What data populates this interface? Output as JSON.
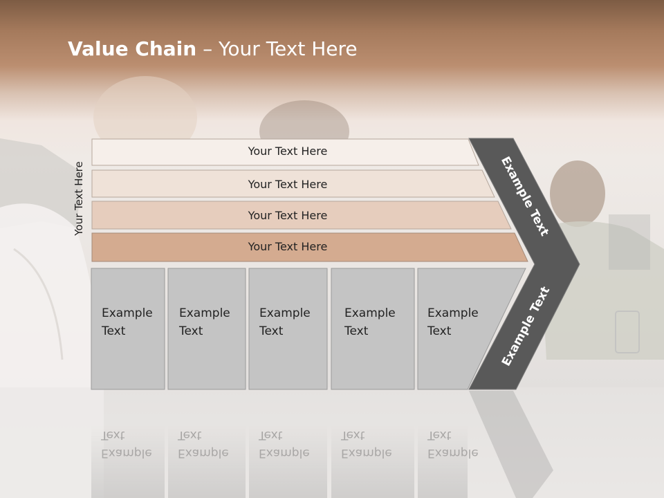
{
  "slide": {
    "title_bold": "Value Chain",
    "title_rest": " – Your Text Here",
    "vertical_label": "Your Text Here",
    "bars": [
      {
        "label": "Your Text Here"
      },
      {
        "label": "Your Text Here"
      },
      {
        "label": "Your Text Here"
      },
      {
        "label": "Your Text Here"
      }
    ],
    "boxes": [
      {
        "line1": "Example",
        "line2": "Text"
      },
      {
        "line1": "Example",
        "line2": "Text"
      },
      {
        "line1": "Example",
        "line2": "Text"
      },
      {
        "line1": "Example",
        "line2": "Text"
      },
      {
        "line1": "Example",
        "line2": "Text"
      }
    ],
    "chevron_top_label": "Example Text",
    "chevron_bottom_label": "Example Text",
    "colors": {
      "bar_fills": [
        "#f6efea",
        "#efe2d8",
        "#e6cdbd",
        "#d4ab90"
      ],
      "box_fill": "#c4c4c4",
      "chevron_fill": "#595959",
      "title_color": "#ffffff"
    }
  }
}
